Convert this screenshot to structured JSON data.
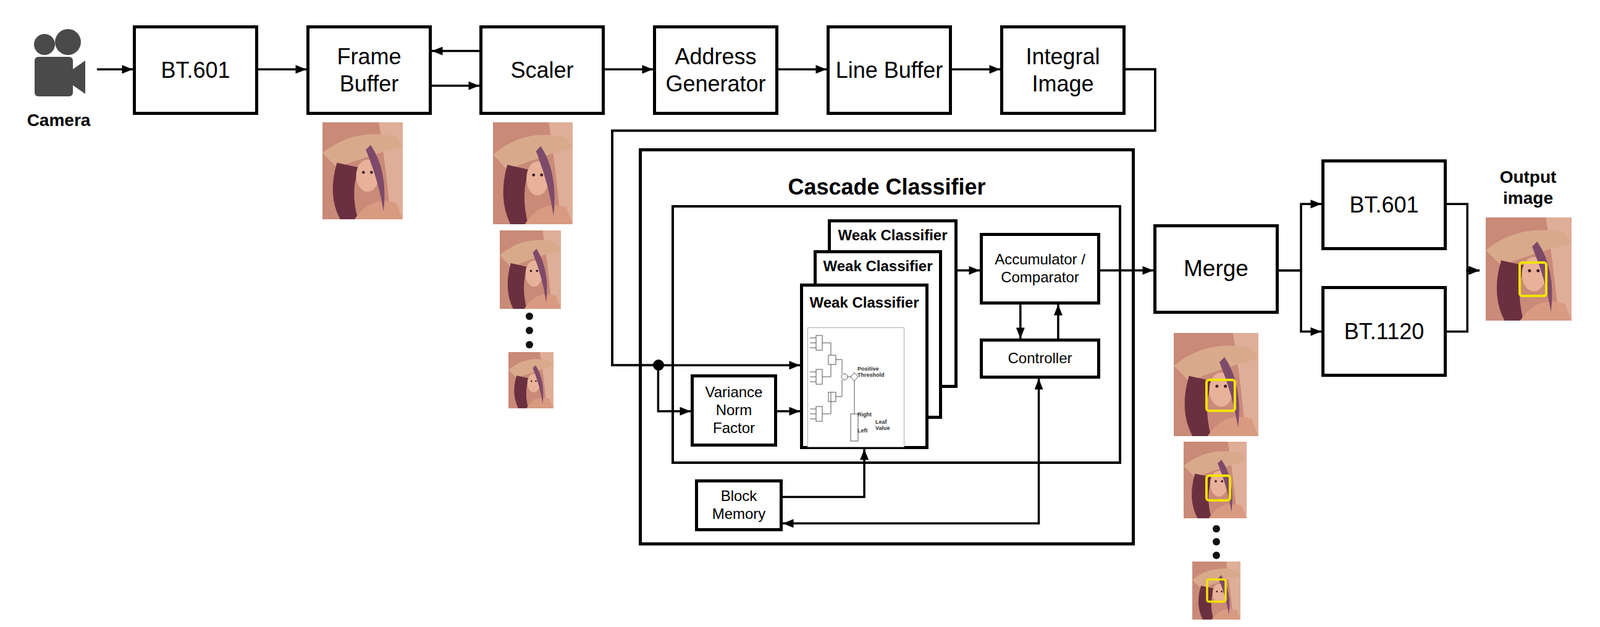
{
  "diagram": {
    "nodes": [
      {
        "text": [
          "Camera"
        ]
      },
      {
        "text": [
          "BT.601"
        ]
      },
      {
        "text": [
          "Frame Buffer"
        ]
      },
      {
        "text": [
          "Scaler"
        ]
      },
      {
        "text": [
          "Address Generator"
        ]
      },
      {
        "text": [
          "Line Buffer"
        ]
      },
      {
        "text": [
          "Integral Image"
        ]
      },
      {
        "text": [
          "Cascade Classifier"
        ]
      },
      {
        "text": [
          "Weak Classifier"
        ],
        "in": 7
      },
      {
        "text": [
          "Weak Classifier"
        ],
        "in": 7
      },
      {
        "text": [
          "Weak Classifier"
        ],
        "in": 7
      },
      {
        "text": [
          "Variance Norm Factor"
        ],
        "in": 7
      },
      {
        "text": [
          "Accumulator / Comparator"
        ],
        "in": 7
      },
      {
        "text": [
          "Controller"
        ],
        "in": 7
      },
      {
        "text": [
          "Block Memory"
        ],
        "in": 7
      },
      {
        "text": [
          "Merge"
        ]
      },
      {
        "text": [
          "BT.601"
        ]
      },
      {
        "text": [
          "BT.1120"
        ]
      },
      {
        "text": [
          "Output image"
        ]
      }
    ],
    "edges": [
      {
        "from": 0,
        "to": 1,
        "arrow": "to"
      },
      {
        "from": 1,
        "to": 2,
        "arrow": "to"
      },
      {
        "from": 2,
        "to": 3,
        "arrow": "to"
      },
      {
        "from": 3,
        "to": 2,
        "arrow": "to"
      },
      {
        "from": 3,
        "to": 4,
        "arrow": "to"
      },
      {
        "from": 4,
        "to": 5,
        "arrow": "to"
      },
      {
        "from": 5,
        "to": 6,
        "arrow": "to"
      },
      {
        "from": 6,
        "to": 10,
        "arrow": "to"
      },
      {
        "from": 6,
        "to": 11,
        "arrow": "to"
      },
      {
        "from": 11,
        "to": 10,
        "arrow": "to"
      },
      {
        "from": 8,
        "to": 12,
        "arrow": "to"
      },
      {
        "from": 12,
        "to": 13,
        "arrow": "to"
      },
      {
        "from": 13,
        "to": 12,
        "arrow": "to"
      },
      {
        "from": 13,
        "to": 14,
        "arrow": "both"
      },
      {
        "from": 14,
        "to": 10,
        "arrow": "to"
      },
      {
        "from": 12,
        "to": 15,
        "arrow": "to"
      },
      {
        "from": 15,
        "to": 16,
        "arrow": "to"
      },
      {
        "from": 15,
        "to": 17,
        "arrow": "to"
      },
      {
        "from": 16,
        "to": 18,
        "arrow": "to"
      },
      {
        "from": 17,
        "to": 18,
        "arrow": "to"
      }
    ],
    "labels": [
      "Positive Threshold",
      "Right",
      "Left",
      "Leaf Value"
    ]
  }
}
